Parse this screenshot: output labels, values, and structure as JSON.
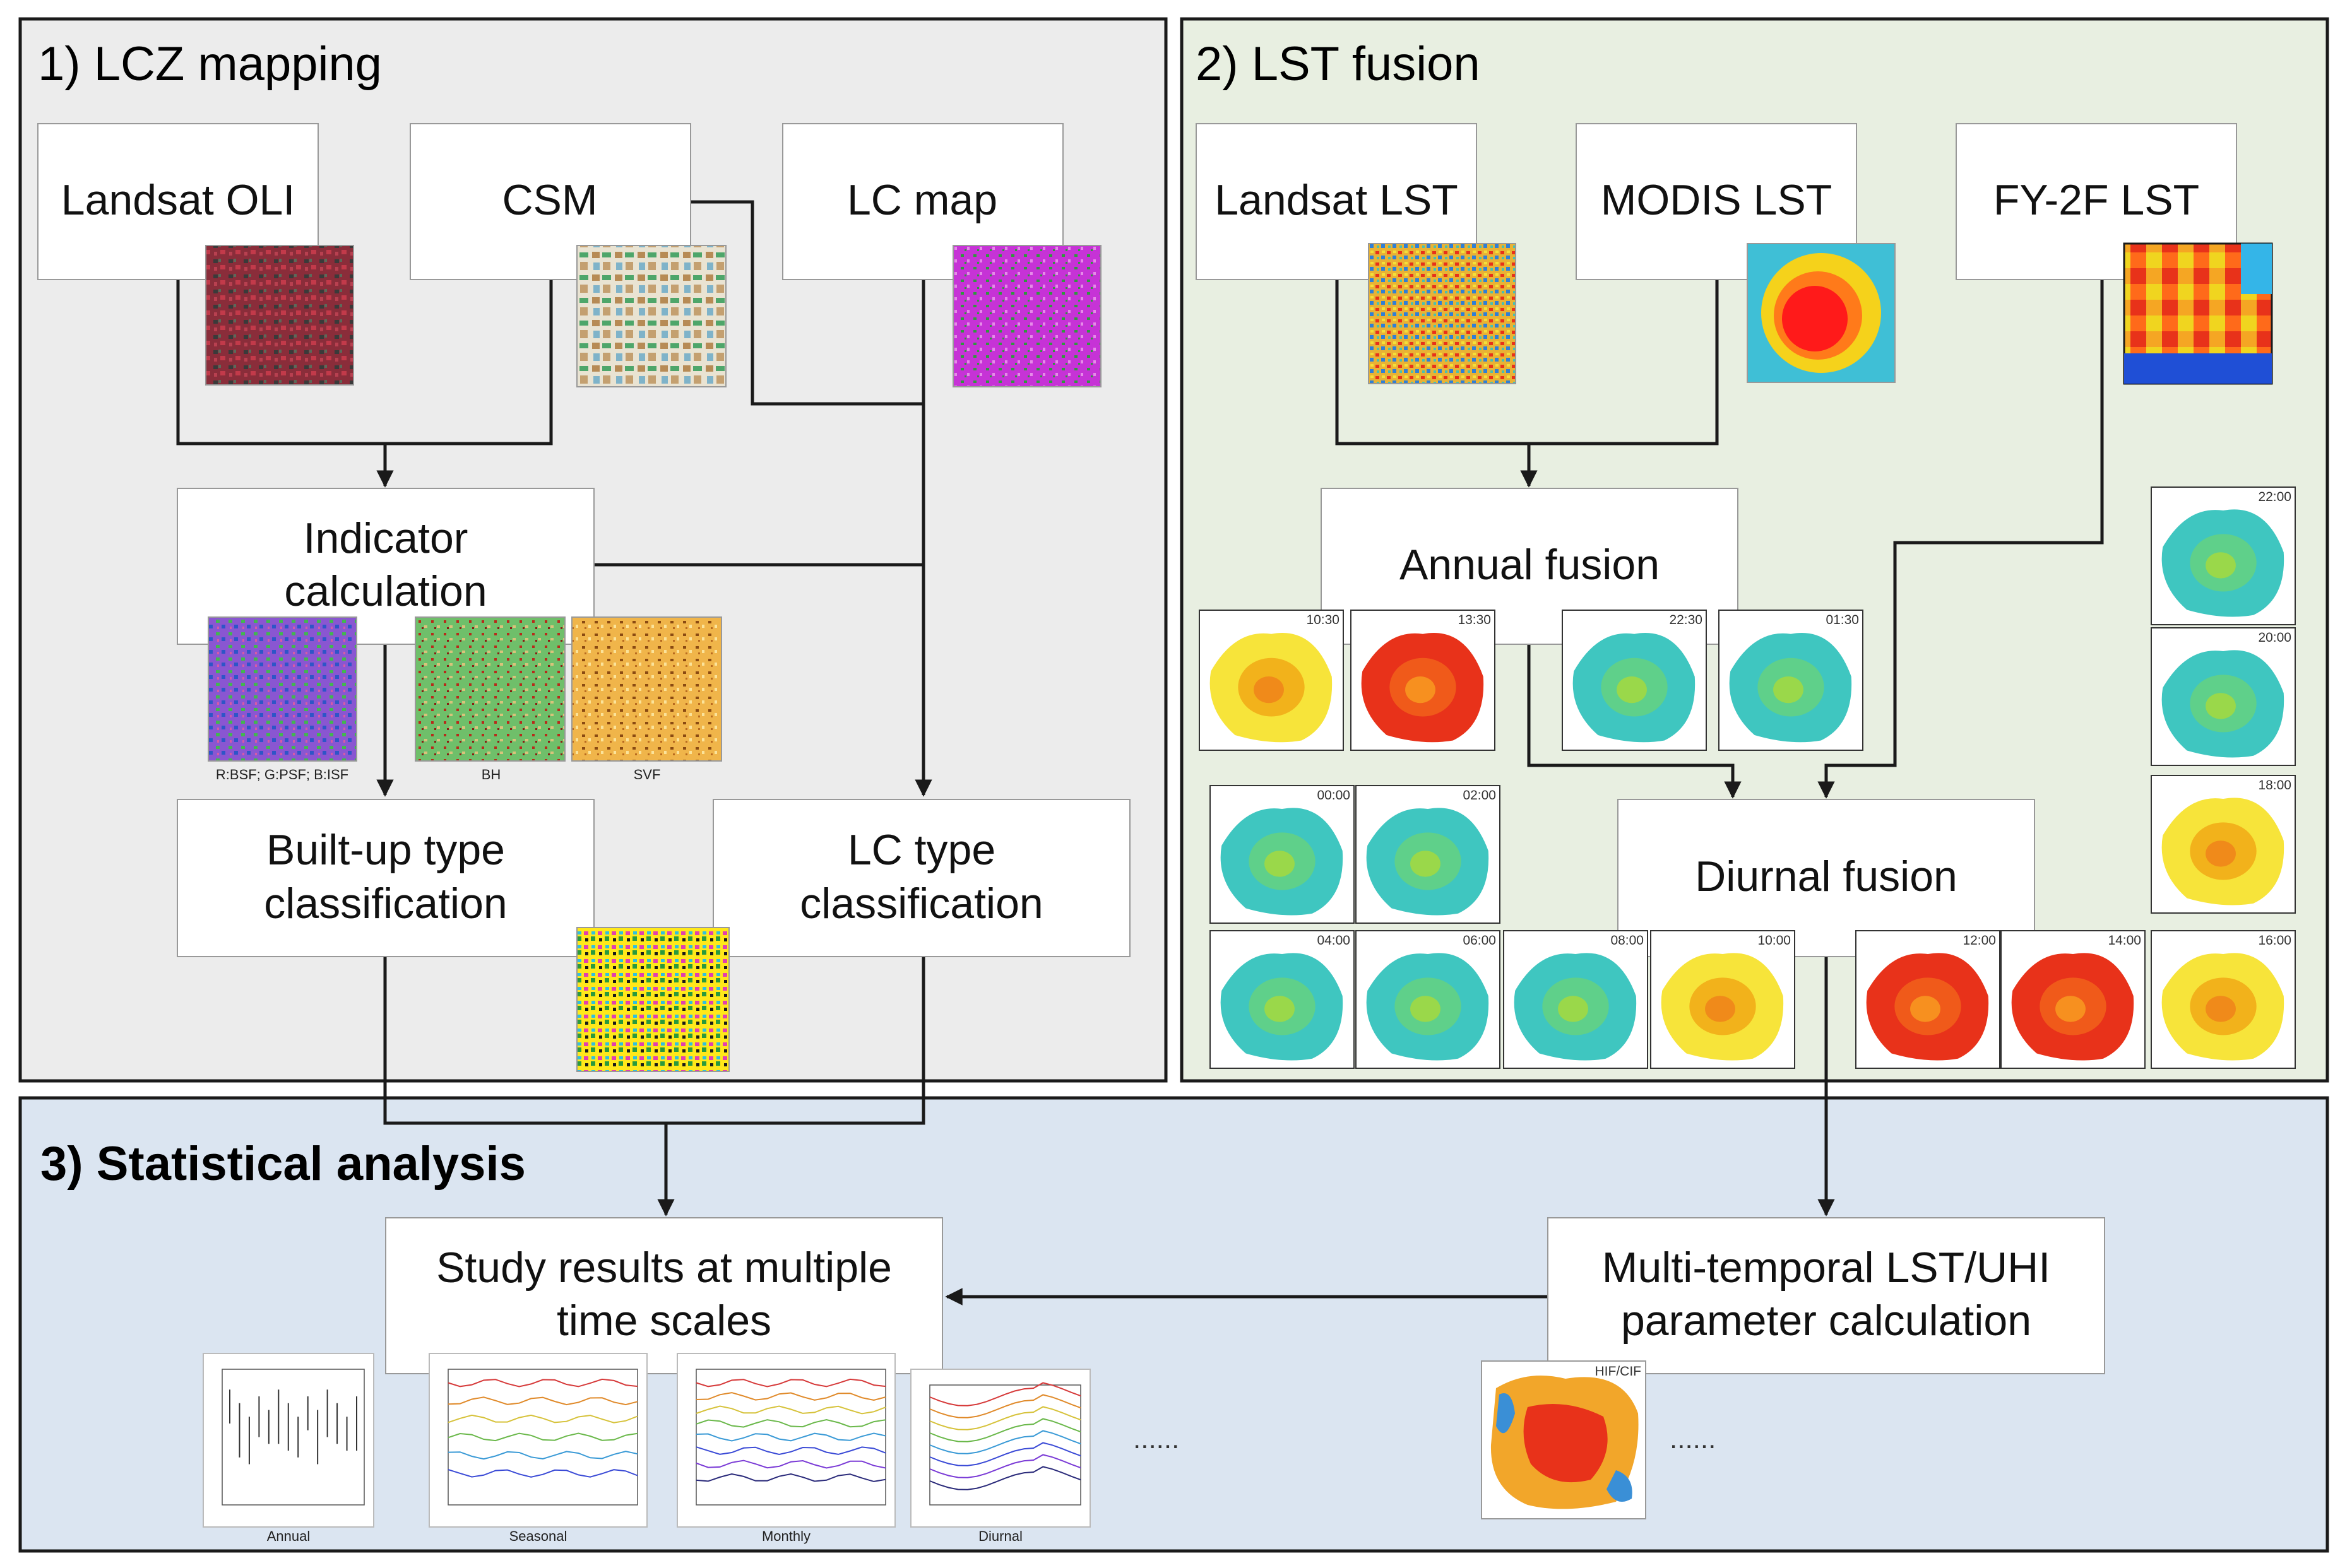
{
  "panels": {
    "lcz": {
      "title": "1) LCZ mapping",
      "color": "#ececec"
    },
    "lst": {
      "title": "2) LST fusion",
      "color": "#e8efe1"
    },
    "stat": {
      "title": "3) Statistical analysis",
      "color": "#dbe5f1"
    }
  },
  "boxes": {
    "landsat_oli": "Landsat OLI",
    "csm": "CSM",
    "lc_map": "LC map",
    "indicator_calc": [
      "Indicator",
      "calculation"
    ],
    "builtup_class": [
      "Built-up type",
      "classification"
    ],
    "lc_type_class": [
      "LC type",
      "classification"
    ],
    "landsat_lst": "Landsat LST",
    "modis_lst": "MODIS LST",
    "fy2f_lst": "FY-2F LST",
    "annual_fusion": "Annual fusion",
    "diurnal_fusion": "Diurnal fusion",
    "study_results": [
      "Study results at multiple",
      "time scales"
    ],
    "multi_temporal": [
      "Multi-temporal LST/UHI",
      "parameter calculation"
    ]
  },
  "indicator_captions": {
    "rgb": "R:BSF; G:PSF; B:ISF",
    "bh": "BH",
    "svf": "SVF"
  },
  "annual_times": [
    "10:30",
    "13:30",
    "22:30",
    "01:30"
  ],
  "diurnal_times": {
    "right_column": [
      "22:00",
      "20:00",
      "18:00"
    ],
    "row_middle": [
      "00:00",
      "02:00"
    ],
    "row_bottom": [
      "04:00",
      "06:00",
      "08:00",
      "10:00",
      "12:00",
      "14:00",
      "16:00"
    ]
  },
  "result_captions": [
    "Annual",
    "Seasonal",
    "Monthly",
    "Diurnal"
  ],
  "hif_label": "HIF/CIF",
  "ellipsis": "......",
  "colors": {
    "stroke": "#1a1a1a",
    "box_fill": "#ffffff",
    "heat_cool": "#3fbfb0",
    "heat_mid": "#f2c21b",
    "heat_hot": "#e8321a",
    "landsat_rgb": "#8a2d3a",
    "lcmap_magenta": "#c633d6"
  }
}
